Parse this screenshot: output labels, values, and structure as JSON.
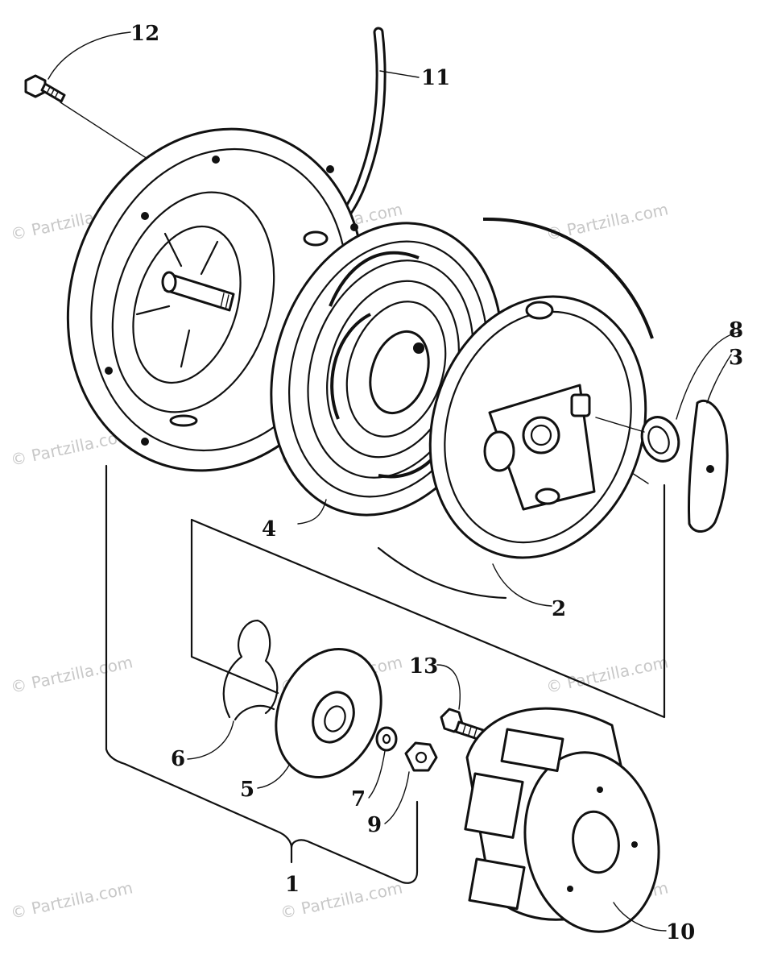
{
  "watermark": "© Partzilla.com",
  "callouts": {
    "c1": "1",
    "c2": "2",
    "c3": "3",
    "c4": "4",
    "c5": "5",
    "c6": "6",
    "c7": "7",
    "c8": "8",
    "c9": "9",
    "c10": "10",
    "c11": "11",
    "c12": "12",
    "c13": "13"
  }
}
